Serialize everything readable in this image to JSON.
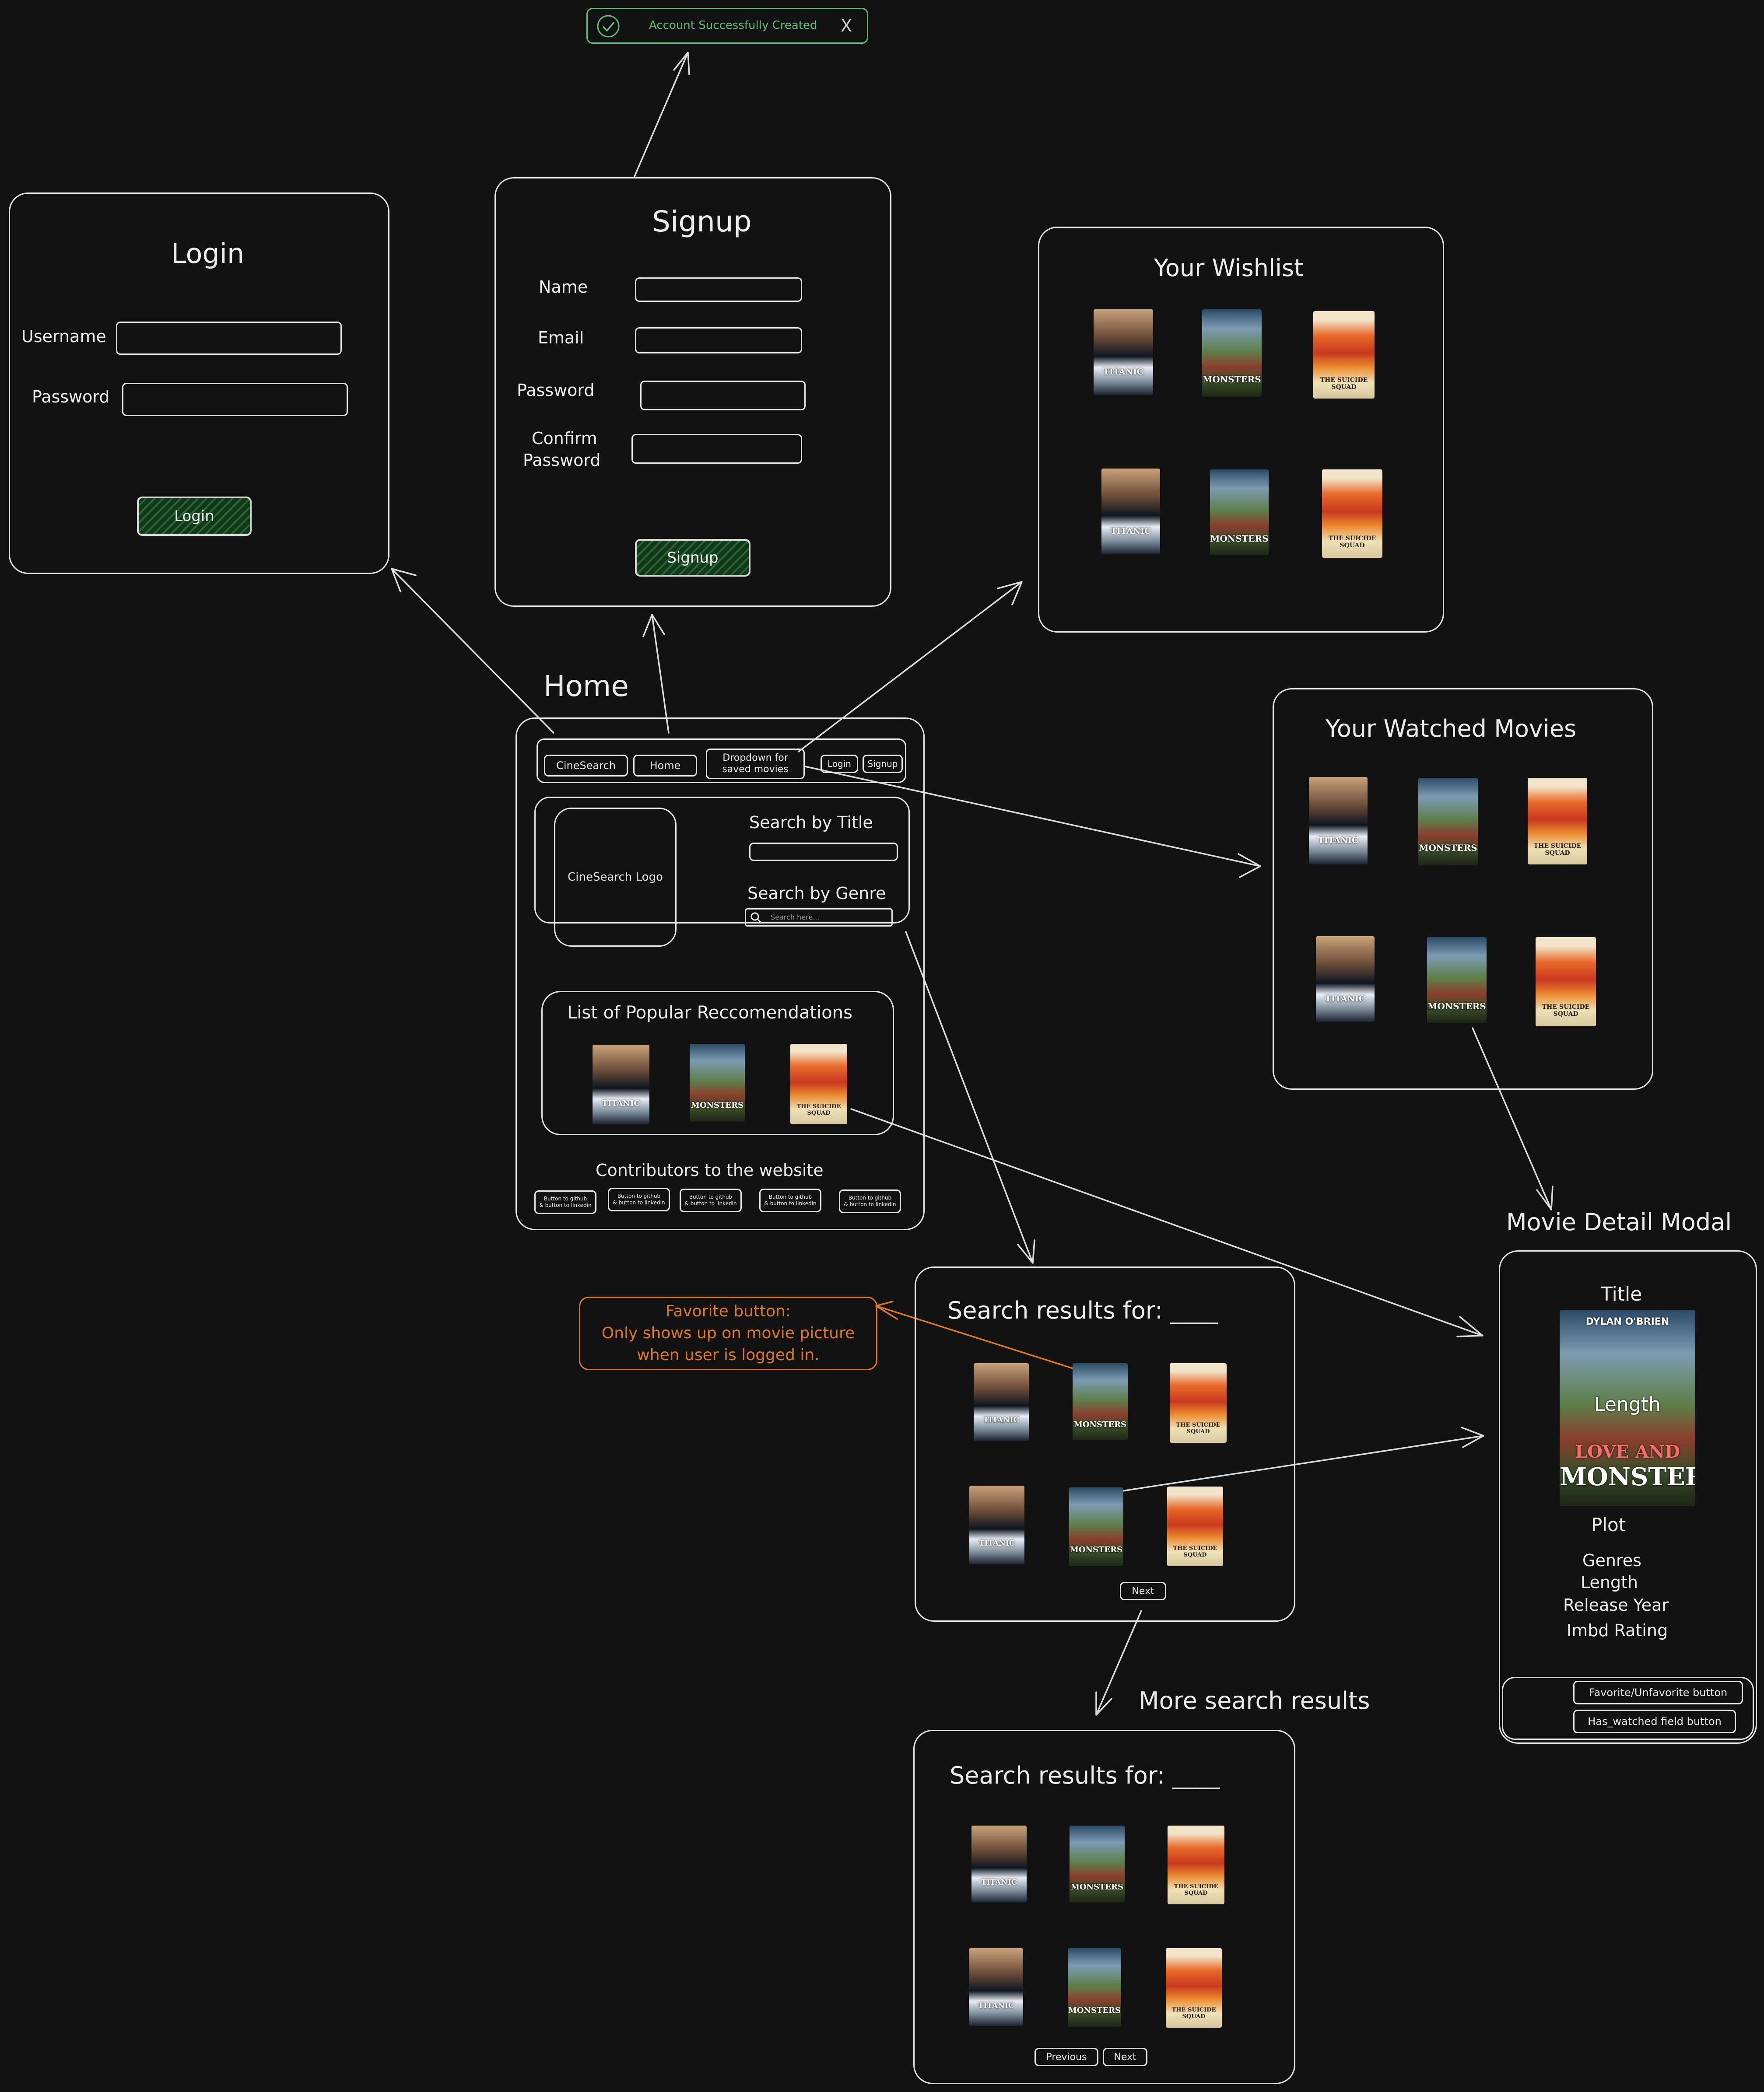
{
  "toast": {
    "text": "Account Successfully Created",
    "close_glyph": "X"
  },
  "login": {
    "title": "Login",
    "username_label": "Username",
    "password_label": "Password",
    "button": "Login"
  },
  "signup": {
    "title": "Signup",
    "name_label": "Name",
    "email_label": "Email",
    "password_label": "Password",
    "confirm_label_1": "Confirm",
    "confirm_label_2": "Password",
    "button": "Signup"
  },
  "wishlist": {
    "title": "Your Wishlist"
  },
  "watched": {
    "title": "Your Watched Movies"
  },
  "home": {
    "title": "Home",
    "nav": {
      "brand": "CineSearch",
      "home": "Home",
      "dropdown_1": "Dropdown for",
      "dropdown_2": "saved movies",
      "login": "Login",
      "signup": "Signup"
    },
    "logo": "CineSearch Logo",
    "search_title_label": "Search by Title",
    "search_genre_label": "Search by Genre",
    "search_placeholder": "Search here...",
    "popular_title": "List of Popular Reccomendations",
    "contributors_title": "Contributors to the website",
    "contributor_button_1": "Button to github",
    "contributor_button_2": "& button to linkedin"
  },
  "search1": {
    "title": "Search results for: ____",
    "next": "Next"
  },
  "more_label": "More search results",
  "search2": {
    "title": "Search results for: ____",
    "previous": "Previous",
    "next": "Next"
  },
  "note": {
    "line1": "Favorite button:",
    "line2": "Only shows up on movie picture",
    "line3": "when user is logged in."
  },
  "modal": {
    "heading": "Movie Detail Modal",
    "title": "Title",
    "overlay": "Length",
    "plot": "Plot",
    "genres": "Genres",
    "length": "Length",
    "release": "Release Year",
    "rating": "Imbd Rating",
    "fav_button": "Favorite/Unfavorite button",
    "watched_button": "Has_watched field button"
  },
  "posters": {
    "titanic": "TITANIC",
    "love_top": "DYLAN O'BRIEN",
    "love_1": "LOVE AND",
    "love_2": "MONSTERS",
    "suicide": "THE SUICIDE SQUAD"
  },
  "colors": {
    "bg": "#121212",
    "stroke": "#e4e4e4",
    "toast": "#5fbf7a",
    "note": "#e07a1f",
    "button_fill": "#1f5128"
  }
}
